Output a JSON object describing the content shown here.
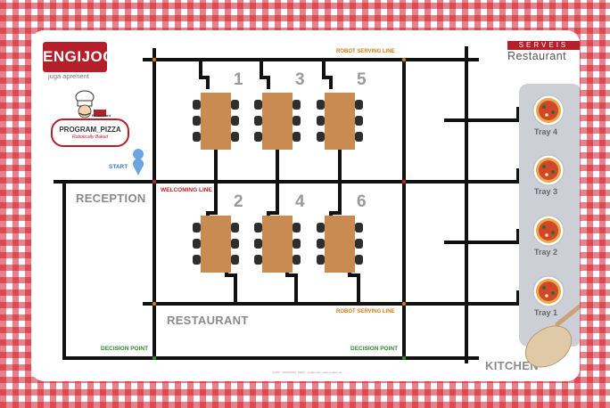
{
  "brand": {
    "logo": "ENGIJOC",
    "tagline": "juga aprenent"
  },
  "header_right": {
    "serveis": "SERVEIS",
    "restaurant": "Restaurant"
  },
  "mascot": {
    "top": "Restaurant",
    "title": "PROGRAM_PIZZA",
    "sub": "Robotically Baked",
    "icon": "chef-mascot-icon"
  },
  "zones": {
    "reception": "RECEPTION",
    "restaurant": "RESTAURANT",
    "kitchen": "KITCHEN"
  },
  "markers": {
    "start": "START",
    "welcoming_line": "WELCOMING LINE",
    "robot_line_top": "ROBOT SERVING LINE",
    "robot_line_bottom": "ROBOT SERVING LINE",
    "decision_left": "DECISION POINT",
    "decision_right": "DECISION POINT"
  },
  "tables": [
    "1",
    "3",
    "5",
    "2",
    "4",
    "6"
  ],
  "trays": [
    "Tray 4",
    "Tray 3",
    "Tray 2",
    "Tray 1"
  ],
  "footer": "©2019 · PROGRAM_PIZZA · engijoc.cat · www.engijoc.cat",
  "colors": {
    "border": "#d21c28",
    "track": "#111111",
    "table": "#c98b52",
    "chair": "#2e2e2e",
    "counter": "#ccd0d6",
    "dot_orange": "#d27a17",
    "dot_red": "#c0202a",
    "dot_green": "#2e8b2e",
    "pin": "#6aa5e0"
  }
}
